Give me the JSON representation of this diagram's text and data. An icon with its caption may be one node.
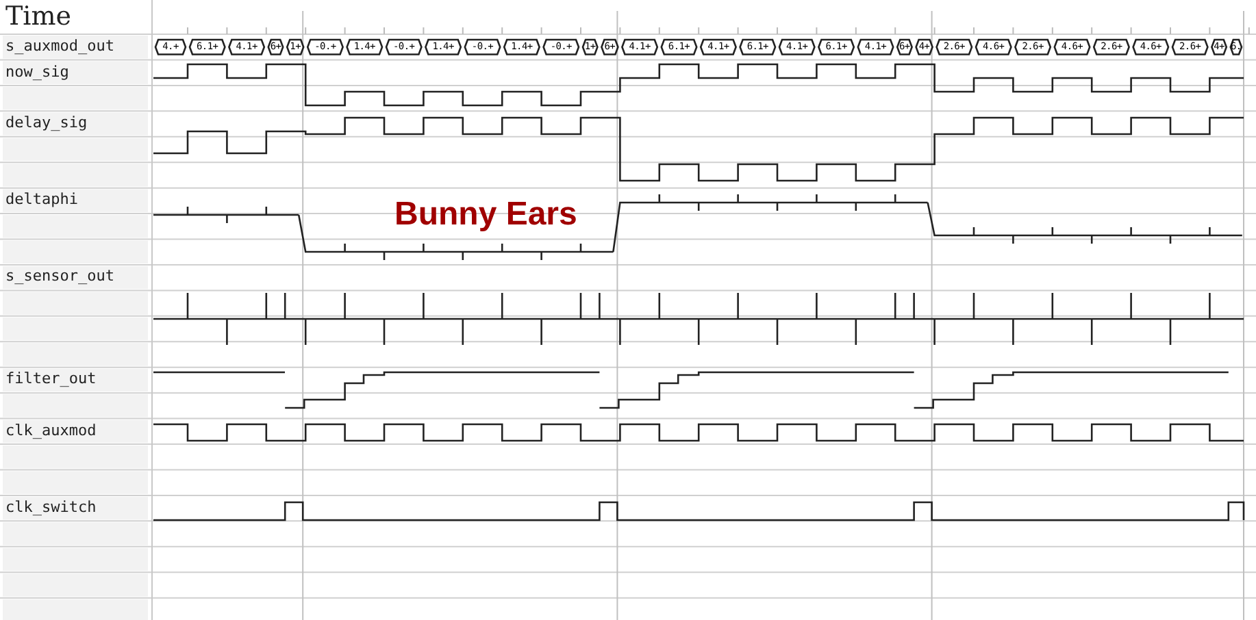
{
  "diagram": {
    "labels": [
      "Time",
      "s_auxmod_out",
      "4.+",
      "6.1+",
      "4.1+",
      "6+",
      "1+",
      "-0.+",
      "1.4+",
      "-0.+",
      "1.4+",
      "-0.+",
      "1.4+",
      "-0.+",
      "1+",
      "6+",
      "4.1+",
      "6.1+",
      "4.1+",
      "6.1+",
      "4.1+",
      "6.1+",
      "4.1+",
      "6+",
      "4+",
      "2.6+",
      "4.6+",
      "2.6+",
      "4.6+",
      "2.6+",
      "4.6+",
      "2.6+",
      "4+",
      "6.",
      "now_sig",
      "delay_sig",
      "deltaphi",
      "s_sensor_out",
      "filter_out",
      "clk_auxmod",
      "clk_switch",
      "Bunny Ears"
    ]
  }
}
